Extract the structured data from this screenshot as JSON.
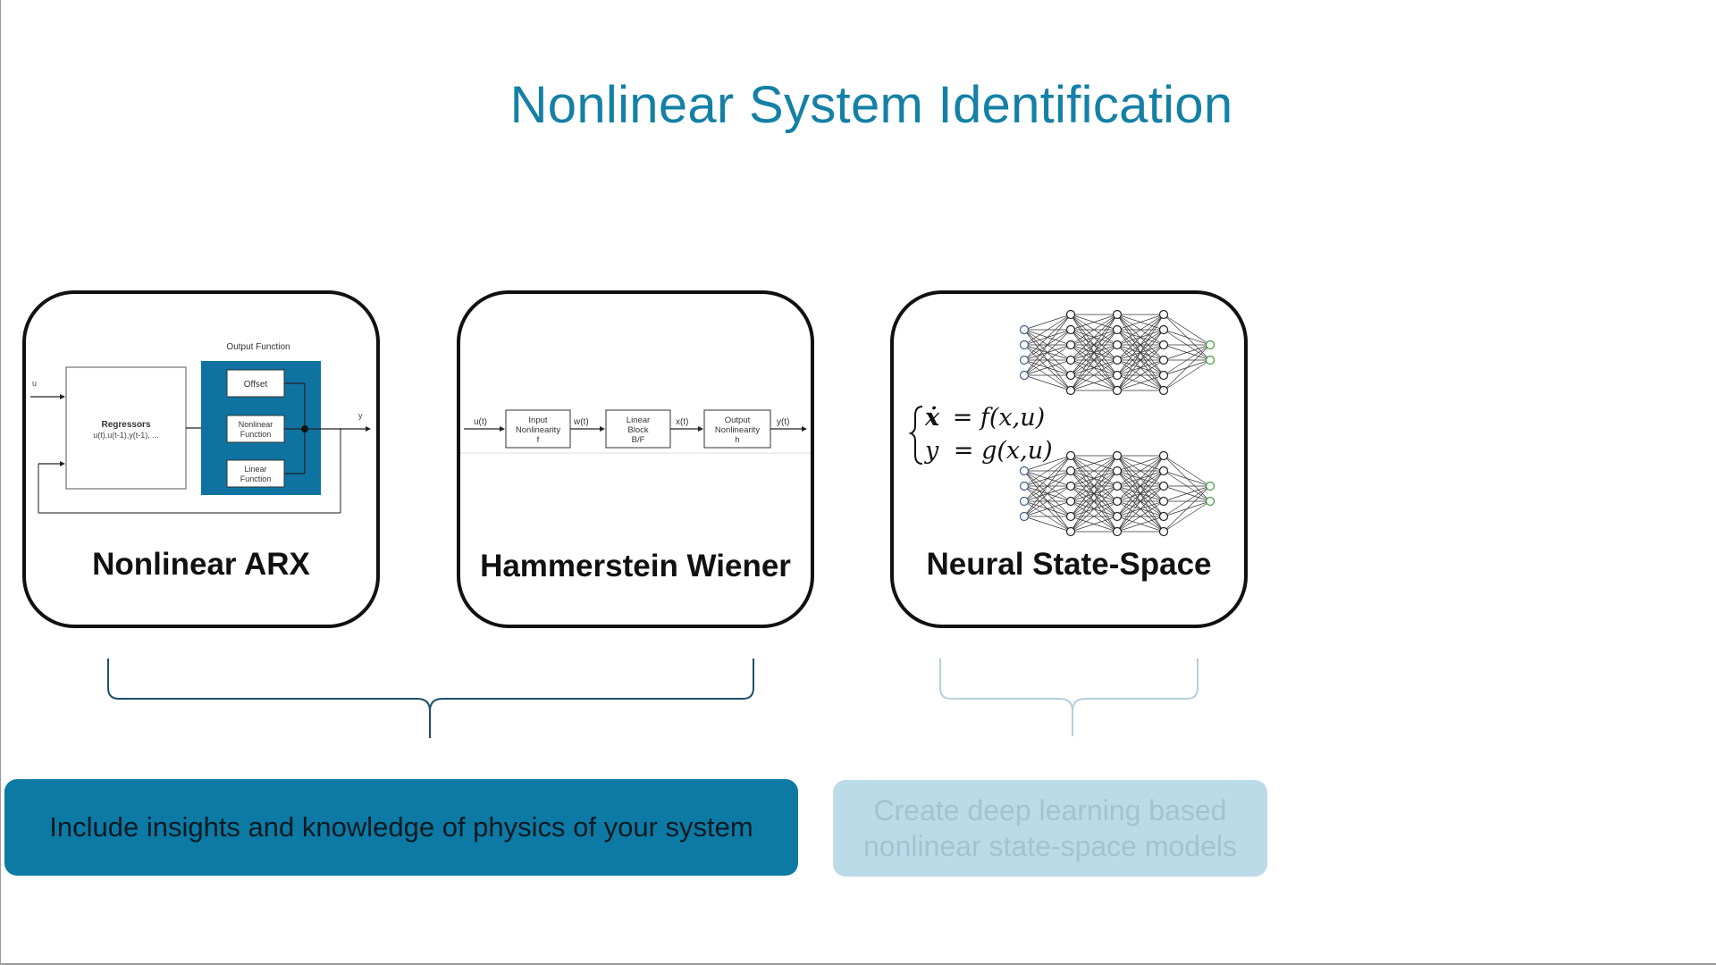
{
  "slide": {
    "title": "Nonlinear System Identification"
  },
  "cards": {
    "narx": {
      "label": "Nonlinear ARX",
      "diagram": {
        "output_function": "Output Function",
        "regressors": "Regressors",
        "regressors_sub": "u(t),u(t-1),y(t-1), ...",
        "offset": "Offset",
        "nonlinear_1": "Nonlinear",
        "nonlinear_2": "Function",
        "linear_1": "Linear",
        "linear_2": "Function",
        "input": "u",
        "output": "y"
      }
    },
    "hw": {
      "label": "Hammerstein Wiener",
      "diagram": {
        "u": "u(t)",
        "w": "w(t)",
        "x": "x(t)",
        "y": "y(t)",
        "input_nl_1": "Input",
        "input_nl_2": "Nonlinearity",
        "input_nl_3": "f",
        "linear_1": "Linear",
        "linear_2": "Block",
        "linear_3": "B/F",
        "output_nl_1": "Output",
        "output_nl_2": "Nonlinearity",
        "output_nl_3": "h"
      }
    },
    "nss": {
      "label": "Neural State-Space",
      "equations": {
        "eq1_lhs": "ẋ",
        "eq1_rhs": "= f(x,u)",
        "eq2_lhs": "y",
        "eq2_rhs": "= g(x,u)"
      }
    }
  },
  "actions": {
    "physics": "Include insights and knowledge of physics of your system",
    "deep_learning_line1": "Create deep learning based",
    "deep_learning_line2": "nonlinear state-space models"
  },
  "colors": {
    "title": "#1580a6",
    "primary_box": "#0c7aa4",
    "secondary_box": "#bcdbe9",
    "bracket_dark": "#1d4f6b",
    "bracket_light": "#b9cfdc",
    "narx_output_block": "#0e73a0"
  }
}
